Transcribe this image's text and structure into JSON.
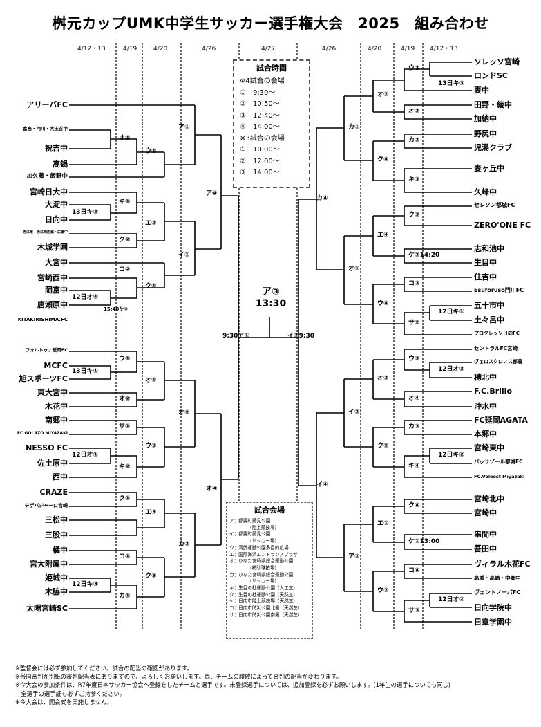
{
  "title": "桝元カップUMK中学生サッカー選手権大会　2025　組み合わせ",
  "dates": {
    "left": [
      "4/12・13",
      "4/19",
      "4/20",
      "4/26"
    ],
    "center": "4/27",
    "right": [
      "4/26",
      "4/20",
      "4/19",
      "4/12・13"
    ]
  },
  "schedule_box": {
    "title": "試合時間",
    "lines": [
      "※4試合の会場",
      "①　9:30～",
      "②　10:50～",
      "③　12:40～",
      "④　14:00～",
      "※3試合の会場",
      "①　10:00～",
      "②　12:00～",
      "③　14:00～"
    ]
  },
  "venue_box": {
    "title": "試合会場",
    "lines": [
      "ア：都農町藤見公園",
      "(陸上競技場)",
      "イ：都農町藤見公園",
      "(サッカー場)",
      "ウ：清武運動公園多目的広場",
      "エ：国際海浜エントランスプラザ",
      "オ：ひなた宮崎県総合運動公園",
      "(補助球技場)",
      "カ：ひなた宮崎県総合運動公園",
      "(サッカー場)",
      "キ：生目の杜運動公園（人工芝）",
      "ク：生目の杜運動公園（天然芝）",
      "ケ：日南市陸上競技場（天然芝）",
      "コ：日南市防災公園北側（天然芝）",
      "サ：日南市防災公園南側（天然芝）"
    ]
  },
  "final": {
    "match": "ア③",
    "time": "13:30"
  },
  "left_teams": [
    "アリーバFC",
    "富島・門川・大王谷中",
    "祝吉中",
    "高鍋",
    "加久藤・飯野中",
    "宮崎日大中",
    "大淀中",
    "日向中",
    "赤江東・赤江西附属・広瀬中",
    "木城学園",
    "大宮中",
    "宮崎西中",
    "岡富中",
    "唐瀬原中",
    "KITAKIRISHIMA.FC",
    "フォルトゥナ延岡FC",
    "MCFC",
    "旭スポーツFC",
    "東大宮中",
    "木花中",
    "南郷中",
    "FC GOLAZO MIYAZAKI",
    "NESSO FC",
    "佐土原中",
    "西中",
    "CRAZE",
    "テゲバジャーロ宮崎",
    "三松中",
    "三股中",
    "橘中",
    "宮大附属中",
    "姫城中",
    "木脇中",
    "太陽宮崎SC"
  ],
  "right_teams": [
    "ソレッソ宮崎",
    "ロンドSC",
    "妻中",
    "田野・綾中",
    "加納中",
    "野尻中",
    "児湯クラブ",
    "妻ヶ丘中",
    "久峰中",
    "セレソン都城FC",
    "ZERO'ONE FC",
    "志和池中",
    "生目中",
    "住吉中",
    "Esuforuso門川FC",
    "五十市中",
    "土々呂中",
    "プログレッソ日向FC",
    "セントラルFC宮崎",
    "ヴェロスクロノス都農",
    "穂北中",
    "F.C.Brillo",
    "沖水中",
    "FC延岡AGATA",
    "本郷中",
    "宮崎東中",
    "パッサゾール都城FC",
    "FC.Voleost Miyazaki",
    "宮崎北中",
    "宮崎中",
    "串間中",
    "吾田中",
    "ヴィラル木花FC",
    "高城・高崎・中郷中",
    "ヴェントノーバFC",
    "日向学院中",
    "日章学園中"
  ],
  "left_rounds": [
    "オ①",
    "ウ①",
    "ア①",
    "13日キ②",
    "キ①",
    "エ②",
    "ク②",
    "コ②",
    "ク①",
    "イ①",
    "ア④",
    "12日オ④",
    "15:40ケ③",
    "ウ①",
    "13日キ①",
    "オ②",
    "オ①",
    "サ①",
    "ウ③",
    "12日オ①",
    "キ②",
    "オ②",
    "ク①",
    "エ③",
    "コ①",
    "ク③",
    "カ①",
    "カ②",
    "12日キ③",
    "オ④",
    "9:30ア①"
  ],
  "right_rounds": [
    "ウ②",
    "13日キ③",
    "オ②",
    "オ③",
    "カ①",
    "カ②",
    "ク④",
    "キ③",
    "カ④",
    "ク③",
    "エ④",
    "ケ②14:20",
    "オ①",
    "コ③",
    "ウ④",
    "12日キ①",
    "サ②",
    "ウ③",
    "12日オ③",
    "オ③",
    "オ④",
    "イ②",
    "カ③",
    "ク②",
    "12日キ②",
    "キ④",
    "ク④",
    "エ①",
    "ケ①13:00",
    "ア②",
    "コ④",
    "ウ②",
    "12日オ②",
    "サ③",
    "イ④",
    "イ①9:30"
  ],
  "notes": [
    "※監督会には必ず参加してください。試合の配当の確認があります。",
    "※帯同審判が別紙の審判配当表にありますので、よろしくお願いします。尚、チームの勝敗によって審判の配当が変わります。",
    "※今大会の参加条件は、R7年度日本サッカー協会へ登録をしたチームと選手です。未登録選手については、追加登録を必ずお願いします。(1年生の選手についても同じ)",
    "　全選手の選手証も必ずご持参ください。",
    "※今大会は、開会式を実施しません。"
  ]
}
